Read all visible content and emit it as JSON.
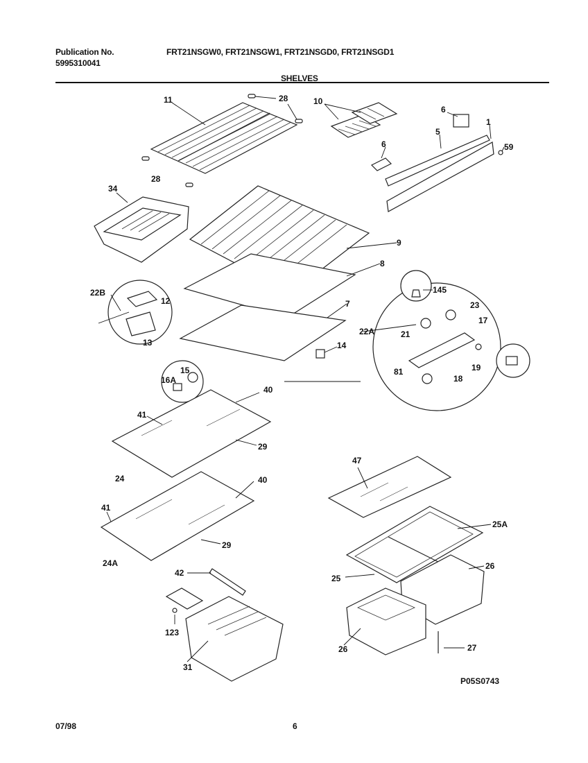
{
  "header": {
    "pub_label": "Publication No.",
    "pub_number": "5995310041",
    "models": "FRT21NSGW0, FRT21NSGW1, FRT21NSGD0, FRT21NSGD1",
    "section": "SHELVES"
  },
  "callouts": {
    "c11": "11",
    "c28a": "28",
    "c28b": "28",
    "c10": "10",
    "c6a": "6",
    "c5": "5",
    "c1": "1",
    "c59": "59",
    "c6b": "6",
    "c34": "34",
    "c9": "9",
    "c8": "8",
    "c22b": "22B",
    "c12": "12",
    "c13": "13",
    "c7": "7",
    "c145": "145",
    "c23": "23",
    "c22a": "22A",
    "c21": "21",
    "c17": "17",
    "c14": "14",
    "c19": "19",
    "c81": "81",
    "c18": "18",
    "c15": "15",
    "c16a": "16A",
    "c40a": "40",
    "c41a": "41",
    "c29a": "29",
    "c24": "24",
    "c40b": "40",
    "c41b": "41",
    "c29b": "29",
    "c24a": "24A",
    "c47": "47",
    "c25a": "25A",
    "c42": "42",
    "c26a": "26",
    "c25": "25",
    "c123": "123",
    "c26b": "26",
    "c27": "27",
    "c31": "31"
  },
  "diagram_code": "P05S0743",
  "footer": {
    "date": "07/98",
    "page": "6"
  }
}
